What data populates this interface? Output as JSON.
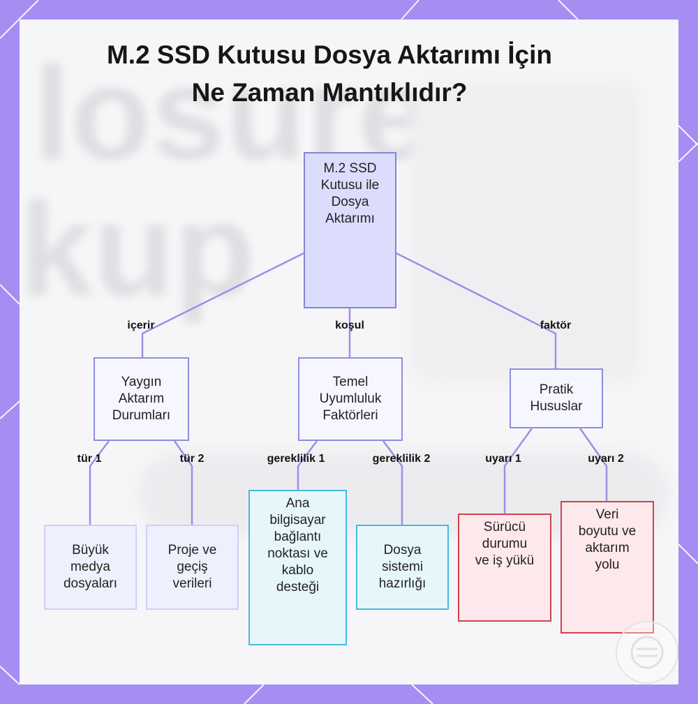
{
  "title": {
    "line1": "M.2 SSD Kutusu Dosya Aktarımı İçin",
    "line2": "Ne Zaman Mantıklıdır?"
  },
  "background_text": {
    "line1": "losure",
    "line2": "kup"
  },
  "nodes": {
    "root": [
      "M.2 SSD",
      "Kutusu ile",
      "Dosya",
      "Aktarımı"
    ],
    "common_cases": [
      "Yaygın",
      "Aktarım",
      "Durumları"
    ],
    "compatibility": [
      "Temel",
      "Uyumluluk",
      "Faktörleri"
    ],
    "practical": [
      "Pratik",
      "Hususlar"
    ],
    "large_media": [
      "Büyük",
      "medya",
      "dosyaları"
    ],
    "project_data": [
      "Proje ve",
      "geçiş",
      "verileri"
    ],
    "host_port": [
      "Ana",
      "bilgisayar",
      "bağlantı",
      "noktası ve",
      "kablo",
      "desteği"
    ],
    "filesystem": [
      "Dosya",
      "sistemi",
      "hazırlığı"
    ],
    "drive_state": [
      "Sürücü",
      "durumu",
      "ve iş yükü"
    ],
    "data_path": [
      "Veri",
      "boyutu ve",
      "aktarım",
      "yolu"
    ]
  },
  "edge_labels": {
    "contains": "içerir",
    "condition": "koşul",
    "factor": "faktör",
    "type1": "tür 1",
    "type2": "tür 2",
    "req1": "gereklilik 1",
    "req2": "gereklilik 2",
    "warn1": "uyarı 1",
    "warn2": "uyarı 2"
  },
  "colors": {
    "frame": "#a58df2",
    "edge": "#a38be6",
    "root_fill": "#dcdcfd",
    "leaf_teal_border": "#47b9dc",
    "leaf_red_border": "#d2404e"
  }
}
